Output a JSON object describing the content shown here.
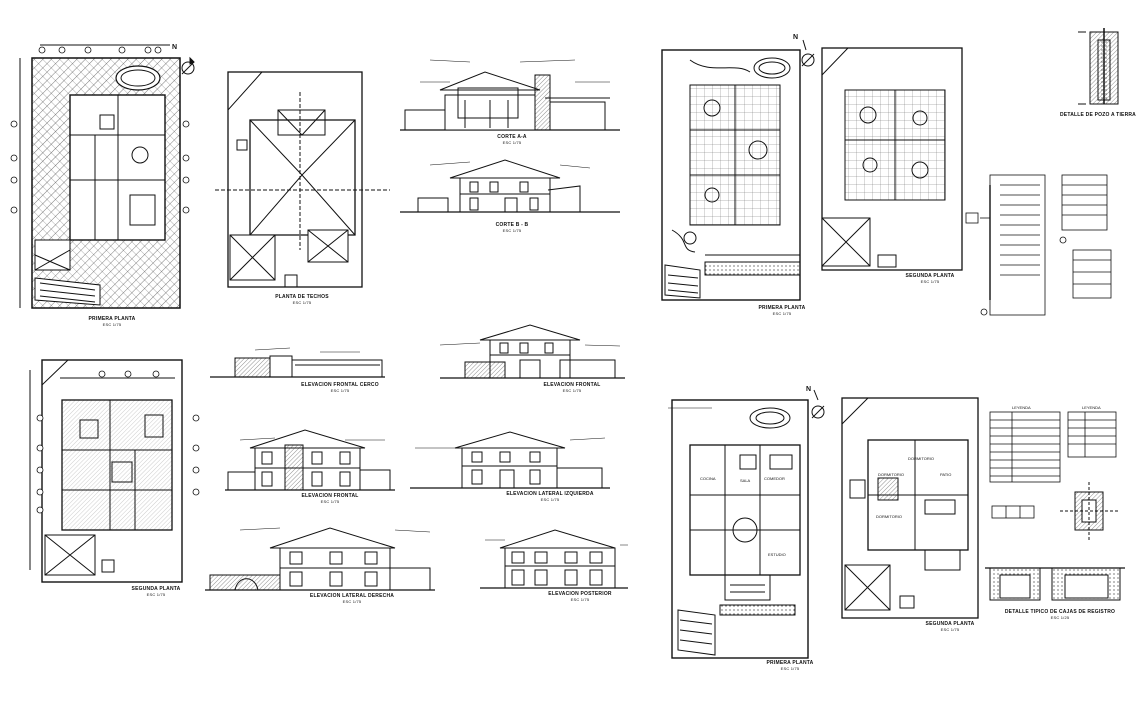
{
  "colors": {
    "ink": "#111111",
    "hatch": "#222222",
    "paper": "#ffffff"
  },
  "north_symbol": "N",
  "sheets": {
    "primera_planta_1": {
      "title": "PRIMERA PLANTA",
      "scale": "ESC 1/75"
    },
    "planta_techos": {
      "title": "PLANTA DE TECHOS",
      "scale": "ESC 1/75"
    },
    "corte_aa": {
      "title": "CORTE A-A",
      "scale": "ESC 1/75"
    },
    "corte_bb": {
      "title": "CORTE B - B",
      "scale": "ESC 1/75"
    },
    "primera_planta_elec": {
      "title": "PRIMERA PLANTA",
      "scale": "ESC 1/75"
    },
    "segunda_planta_elec": {
      "title": "SEGUNDA PLANTA",
      "scale": "ESC 1/75"
    },
    "detalle_pozo": {
      "title": "DETALLE DE POZO A TIERRA"
    },
    "segunda_planta_2": {
      "title": "SEGUNDA PLANTA",
      "scale": "ESC 1/75"
    },
    "elev_frontal_cerco": {
      "title": "ELEVACION FRONTAL CERCO",
      "scale": "ESC 1/75"
    },
    "elev_frontal_1": {
      "title": "ELEVACION FRONTAL",
      "scale": "ESC 1/75"
    },
    "elev_frontal_2": {
      "title": "ELEVACION FRONTAL",
      "scale": "ESC 1/75"
    },
    "elev_lat_izq": {
      "title": "ELEVACION LATERAL IZQUIERDA",
      "scale": "ESC 1/75"
    },
    "elev_lat_der": {
      "title": "ELEVACION LATERAL DERECHA",
      "scale": "ESC 1/75"
    },
    "elev_posterior": {
      "title": "ELEVACION POSTERIOR",
      "scale": "ESC 1/75"
    },
    "primera_planta_san": {
      "title": "PRIMERA PLANTA",
      "scale": "ESC 1/75"
    },
    "segunda_planta_san": {
      "title": "SEGUNDA PLANTA",
      "scale": "ESC 1/75"
    },
    "detalle_cajas": {
      "title": "DETALLE TIPICO DE CAJAS DE REGISTRO",
      "scale": "ESC 1/25"
    }
  },
  "rooms": {
    "sala": "SALA",
    "comedor": "COMEDOR",
    "cocina": "COCINA",
    "estudio": "ESTUDIO",
    "dormitorio_1": "DORMITORIO",
    "dormitorio_2": "DORMITORIO",
    "dormitorio_3": "DORMITORIO",
    "patio": "PATIO"
  },
  "legends": {
    "leyenda_1": "LEYENDA",
    "leyenda_2": "LEYENDA"
  }
}
